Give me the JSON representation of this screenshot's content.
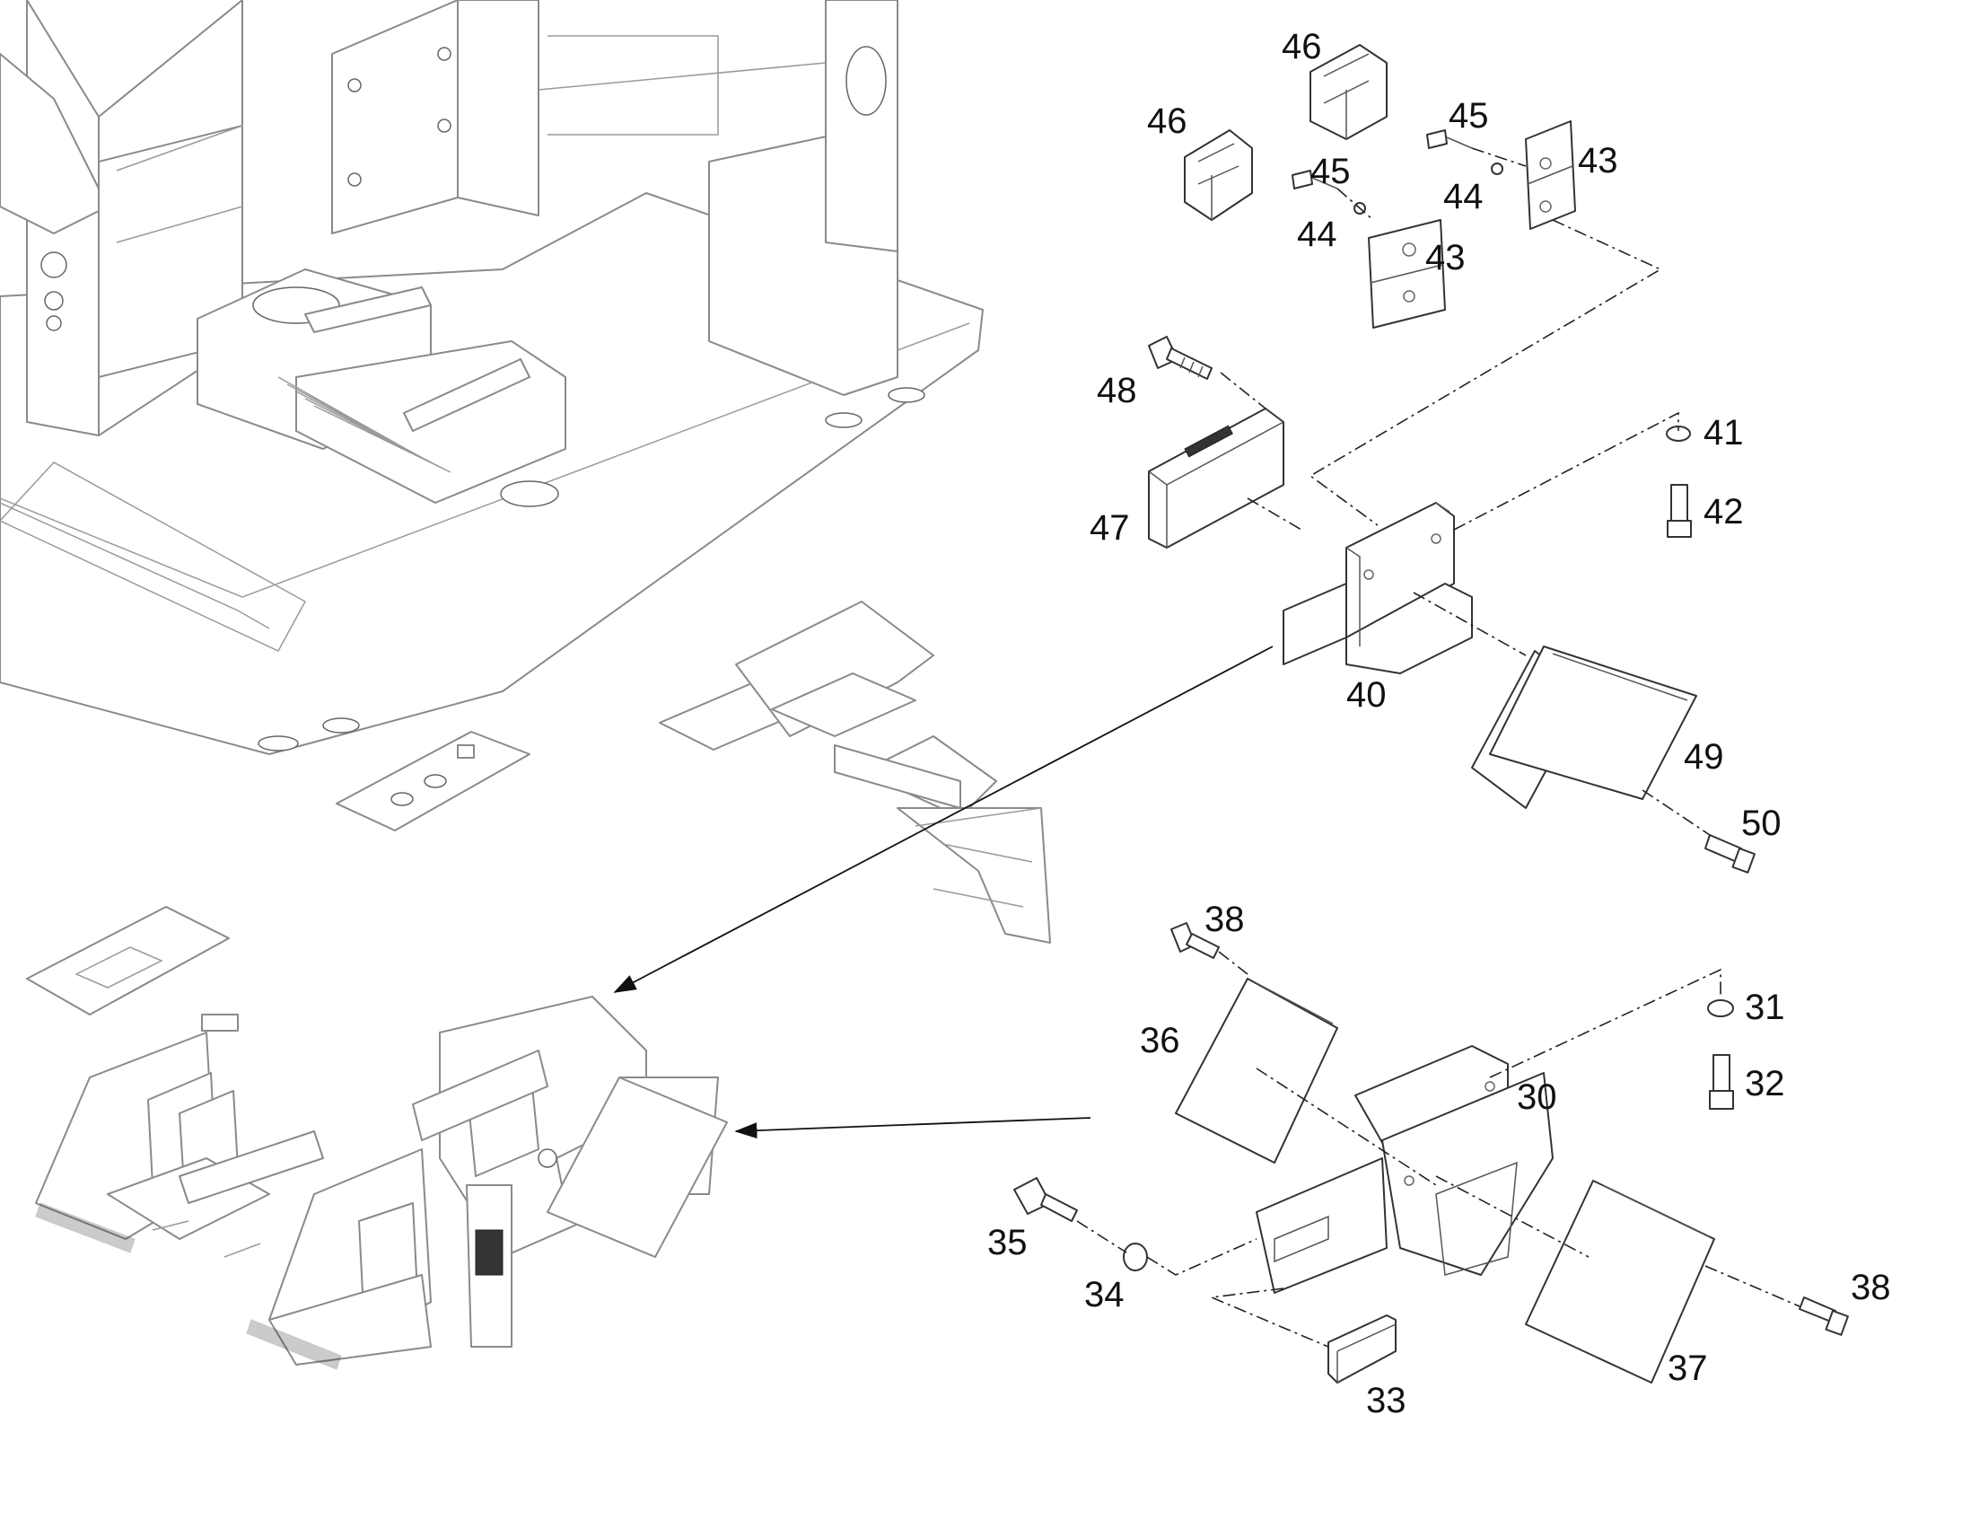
{
  "callouts": {
    "c46a": "46",
    "c46b": "46",
    "c45a": "45",
    "c45b": "45",
    "c44a": "44",
    "c44b": "44",
    "c43a": "43",
    "c43b": "43",
    "c48": "48",
    "c47": "47",
    "c41": "41",
    "c42": "42",
    "c40": "40",
    "c49": "49",
    "c50": "50",
    "c38a": "38",
    "c38b": "38",
    "c36": "36",
    "c37": "37",
    "c31": "31",
    "c32": "32",
    "c30": "30",
    "c35": "35",
    "c34": "34",
    "c33": "33"
  }
}
